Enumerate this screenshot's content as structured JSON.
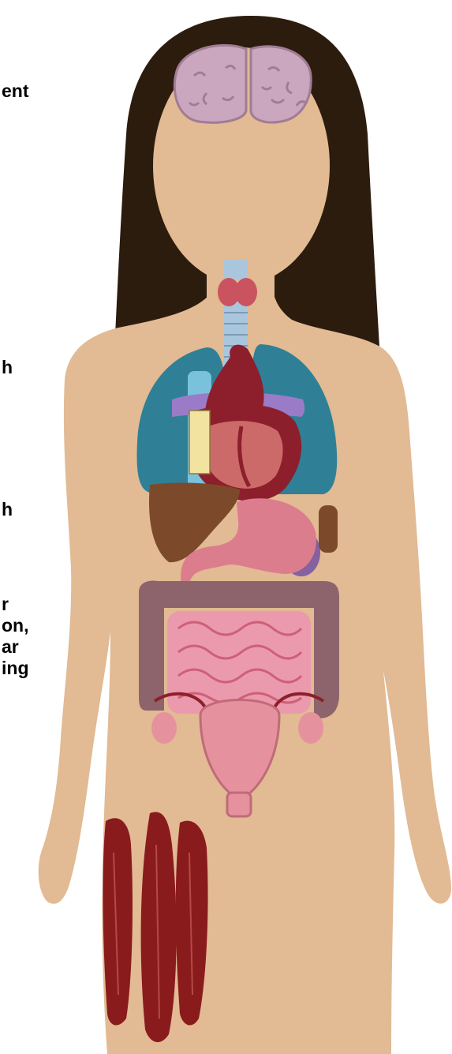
{
  "labels": {
    "brain": "ent",
    "lungs": "h",
    "liver": "h",
    "intestines": "r\non,\nar\ning"
  },
  "colors": {
    "hair": "#2c1c0e",
    "skin": "#e2ba93",
    "brain": "#cba6bf",
    "thyroid": "#c9535f",
    "trachea": "#a9c6dc",
    "lungs": "#2f8097",
    "heart": "#8c1f2b",
    "vein_blue": "#7ac2db",
    "artery_purple": "#9a7bc8",
    "liver": "#7c4a2a",
    "stomach": "#dc7d8e",
    "spleen": "#8561a2",
    "colon": "#8d646c",
    "small_intestine": "#ea9aac",
    "uterus": "#e5929e",
    "muscle": "#8a1b1c"
  },
  "icons": {
    "brain": "brain-icon",
    "thyroid": "thyroid-icon",
    "heart": "heart-icon",
    "lungs": "lungs-icon",
    "liver": "liver-icon",
    "stomach": "stomach-icon",
    "intestines": "intestines-icon",
    "uterus": "uterus-icon",
    "muscle": "thigh-muscle-icon"
  }
}
